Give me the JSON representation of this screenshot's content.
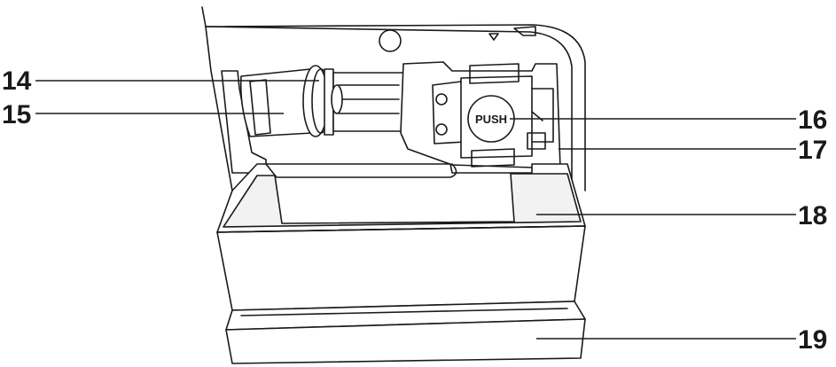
{
  "diagram": {
    "callouts": [
      {
        "id": "c14",
        "label": "14"
      },
      {
        "id": "c15",
        "label": "15"
      },
      {
        "id": "c16",
        "label": "16"
      },
      {
        "id": "c17",
        "label": "17"
      },
      {
        "id": "c18",
        "label": "18"
      },
      {
        "id": "c19",
        "label": "19"
      }
    ],
    "push_button_label": "PUSH"
  }
}
